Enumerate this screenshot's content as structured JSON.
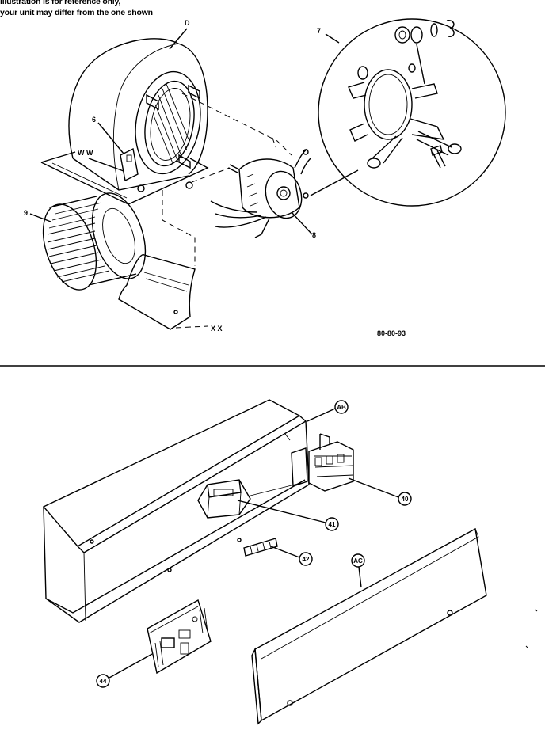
{
  "notes": {
    "line1": "illustration is for reference only,",
    "line2": "your unit may differ from the one shown"
  },
  "top_diagram": {
    "labels": {
      "housing": "D",
      "strap": "6",
      "ww": "W W",
      "wheel": "9",
      "motor": "8",
      "mount": "7",
      "xx": "X X"
    },
    "ref_code": "80-80-93"
  },
  "bottom_diagram": {
    "callouts": {
      "cover": "AB",
      "contactor": "40",
      "transformer": "41",
      "terminal": "42",
      "panel": "AC",
      "board": "44"
    }
  }
}
